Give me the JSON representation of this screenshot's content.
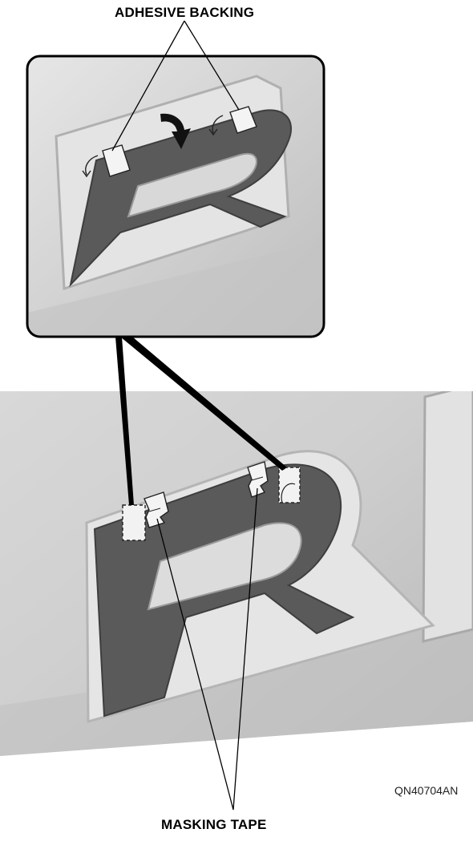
{
  "callouts": {
    "adhesive_backing": "ADHESIVE BACKING",
    "masking_tape": "MASKING TAPE"
  },
  "figure_code": "QN40704AN",
  "colors": {
    "panel_light": "#dcdcdc",
    "panel_mid": "#c6c6c6",
    "letter_fill": "#5a5a5a",
    "letter_dark": "#3e3e3e",
    "tape": "#f4f4f4",
    "line": "#000000"
  }
}
